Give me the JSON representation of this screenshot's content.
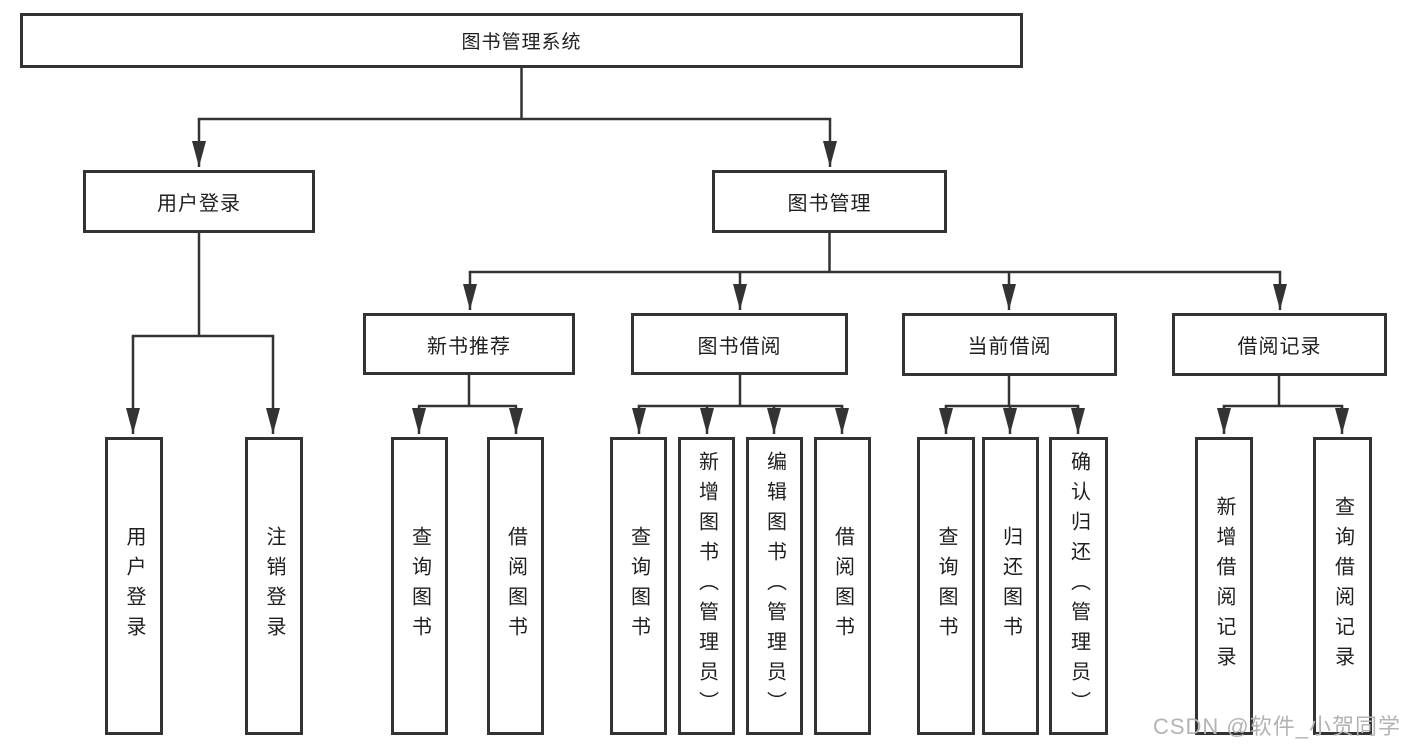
{
  "tree": {
    "root": "图书管理系统",
    "children": [
      {
        "label": "用户登录",
        "children": [
          "用户登录",
          "注销登录"
        ]
      },
      {
        "label": "图书管理",
        "children": [
          {
            "label": "新书推荐",
            "children": [
              "查询图书",
              "借阅图书"
            ]
          },
          {
            "label": "图书借阅",
            "children": [
              "查询图书",
              "新增图书（管理员）",
              "编辑图书（管理员）",
              "借阅图书"
            ]
          },
          {
            "label": "当前借阅",
            "children": [
              "查询图书",
              "归还图书",
              "确认归还（管理员）"
            ]
          },
          {
            "label": "借阅记录",
            "children": [
              "新增借阅记录",
              "查询借阅记录"
            ]
          }
        ]
      }
    ]
  },
  "watermark": "CSDN @软件_小贺同学",
  "colors": {
    "line": "#333333",
    "box_border": "#333333",
    "text": "#1f1f1f",
    "background": "#ffffff",
    "watermark": "#b3b3b3"
  }
}
